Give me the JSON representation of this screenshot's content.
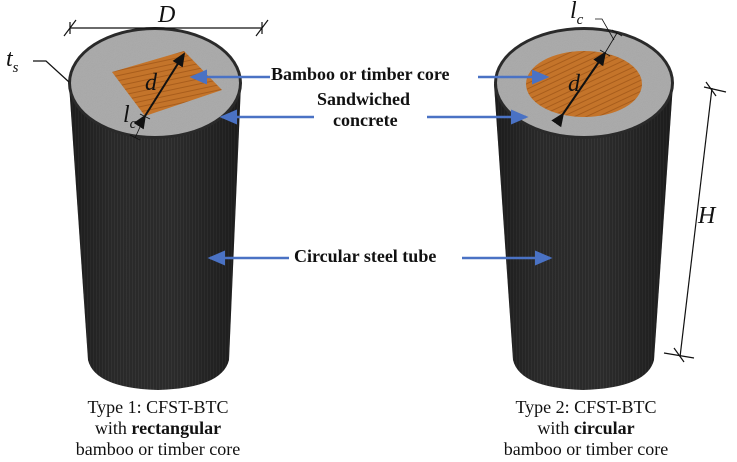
{
  "figure": {
    "title": "CFST-BTC column types",
    "colors": {
      "steel_tube": "#2a2a2a",
      "concrete": "#a9a9a9",
      "core_wood": "#c9772b",
      "leader_arrow": "#4a72c4",
      "dimension_line": "#111111"
    }
  },
  "labels": {
    "core": "Bamboo or timber core",
    "concrete_line1": "Sandwiched",
    "concrete_line2": "concrete",
    "tube": "Circular steel tube"
  },
  "dimensions": {
    "outer_diameter": "D",
    "tube_thickness": "t",
    "tube_thickness_sub": "s",
    "core_size": "d",
    "cover_left": "l",
    "cover_left_sub": "c",
    "cover_right": "l",
    "cover_right_sub": "c",
    "height": "H"
  },
  "captions": {
    "type1": {
      "line1": "Type 1: CFST-BTC",
      "line2_pre": "with ",
      "line2_bold": "rectangular",
      "line3": "bamboo or timber core"
    },
    "type2": {
      "line1": "Type 2: CFST-BTC",
      "line2_pre": "with ",
      "line2_bold": "circular",
      "line3": "bamboo or timber core"
    }
  }
}
